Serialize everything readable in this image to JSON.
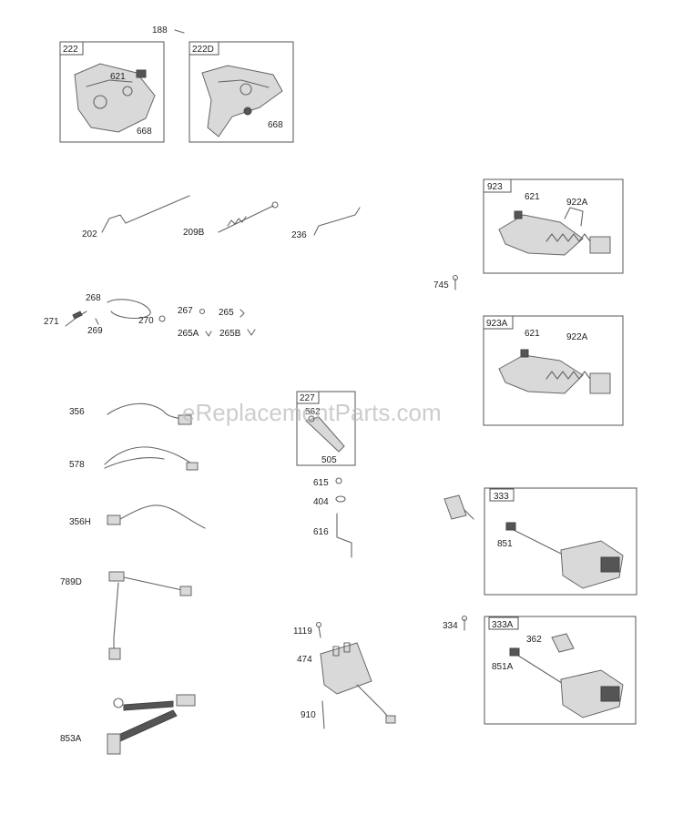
{
  "watermark": "eReplacementParts.com",
  "boxes": {
    "b222": {
      "tag": "222",
      "callouts": [
        "621",
        "668"
      ]
    },
    "b222D": {
      "tag": "222D",
      "callouts": [
        "668"
      ]
    },
    "b923": {
      "tag": "923",
      "callouts": [
        "621",
        "922A"
      ]
    },
    "b923A": {
      "tag": "923A",
      "callouts": [
        "621",
        "922A"
      ]
    },
    "b227": {
      "tag": "227",
      "callouts": [
        "562",
        "505"
      ]
    },
    "b333": {
      "tag": "333",
      "callouts": [
        "851"
      ]
    },
    "b333A": {
      "tag": "333A",
      "callouts": [
        "362",
        "851A"
      ]
    }
  },
  "labels": {
    "l188": "188",
    "l202": "202",
    "l209B": "209B",
    "l236": "236",
    "l745": "745",
    "l268": "268",
    "l271": "271",
    "l269": "269",
    "l270": "270",
    "l267": "267",
    "l265": "265",
    "l265A": "265A",
    "l265B": "265B",
    "l356": "356",
    "l578": "578",
    "l356H": "356H",
    "l789D": "789D",
    "l853A": "853A",
    "l615": "615",
    "l404": "404",
    "l616": "616",
    "l1119": "1119",
    "l474": "474",
    "l910": "910",
    "l334": "334"
  }
}
